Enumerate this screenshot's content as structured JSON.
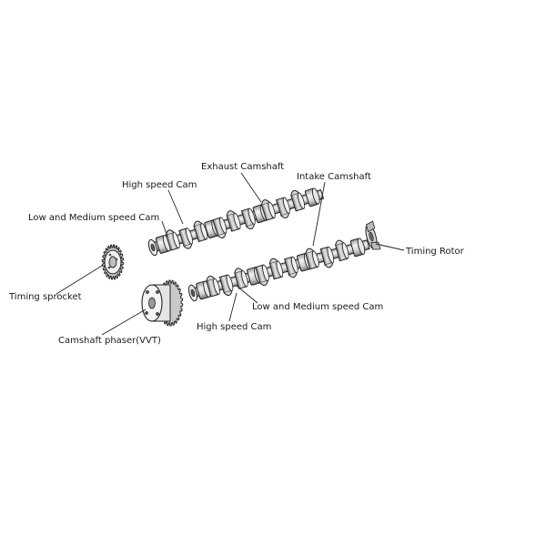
{
  "diagram": {
    "labels": {
      "exhaust_camshaft": "Exhaust Camshaft",
      "intake_camshaft": "Intake Camshaft",
      "high_speed_cam_top": "High speed Cam",
      "low_medium_cam_top": "Low and Medium speed Cam",
      "timing_rotor": "Timing Rotor",
      "timing_sprocket": "Timing sprocket",
      "low_medium_cam_bottom": "Low and Medium speed Cam",
      "high_speed_cam_bottom": "High speed Cam",
      "camshaft_phaser": "Camshaft phaser(VVT)"
    }
  }
}
